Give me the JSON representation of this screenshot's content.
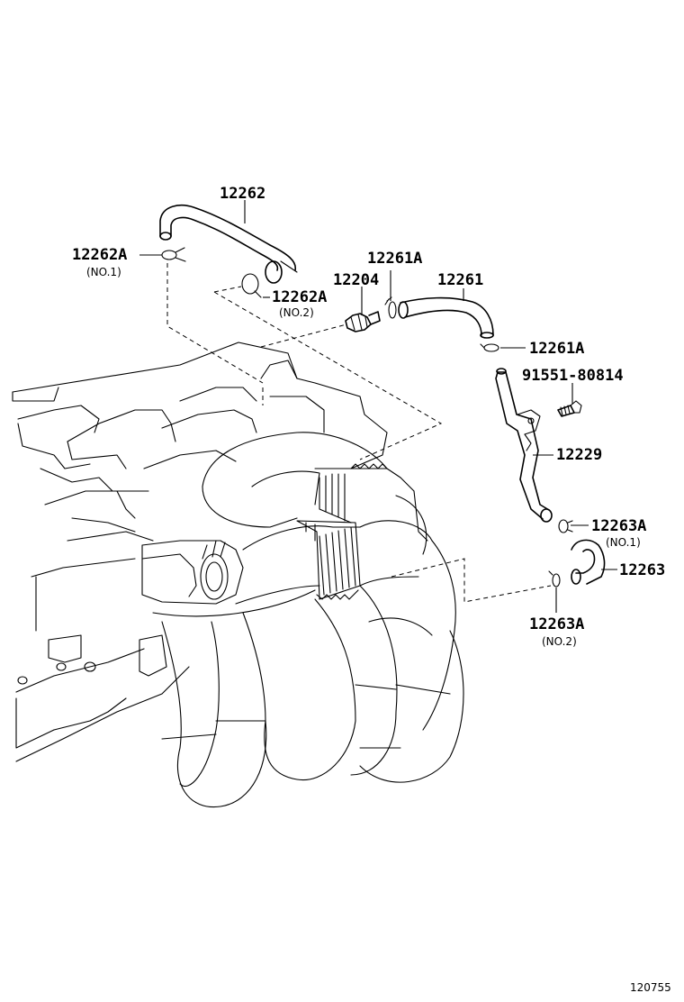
{
  "labels": {
    "p12262": "12262",
    "p12262a_no1": "12262A",
    "p12262a_no1_sub": "(NO.1)",
    "p12262a_no2": "12262A",
    "p12262a_no2_sub": "(NO.2)",
    "p12204": "12204",
    "p12261a_top": "12261A",
    "p12261": "12261",
    "p12261a_bottom": "12261A",
    "p91551": "91551-80814",
    "p12229": "12229",
    "p12263a_no1": "12263A",
    "p12263a_no1_sub": "(NO.1)",
    "p12263": "12263",
    "p12263a_no2": "12263A",
    "p12263a_no2_sub": "(NO.2)"
  },
  "figure_code": "120755"
}
